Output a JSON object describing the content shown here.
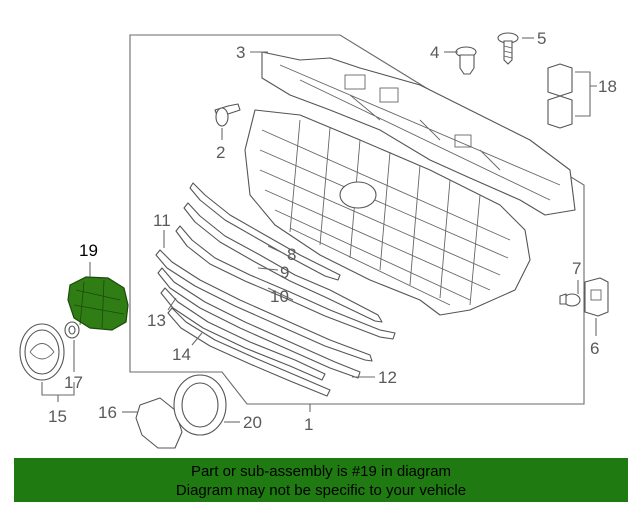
{
  "callouts": [
    "1",
    "2",
    "3",
    "4",
    "5",
    "6",
    "7",
    "8",
    "9",
    "10",
    "11",
    "12",
    "13",
    "14",
    "15",
    "16",
    "17",
    "18",
    "19",
    "20"
  ],
  "highlight": {
    "callout": "19",
    "color": "#2f7d14"
  },
  "banner": {
    "line1": "Part or sub-assembly is #19 in diagram",
    "line2": "Diagram may not be specific to your vehicle",
    "background": "#1f7a12"
  }
}
